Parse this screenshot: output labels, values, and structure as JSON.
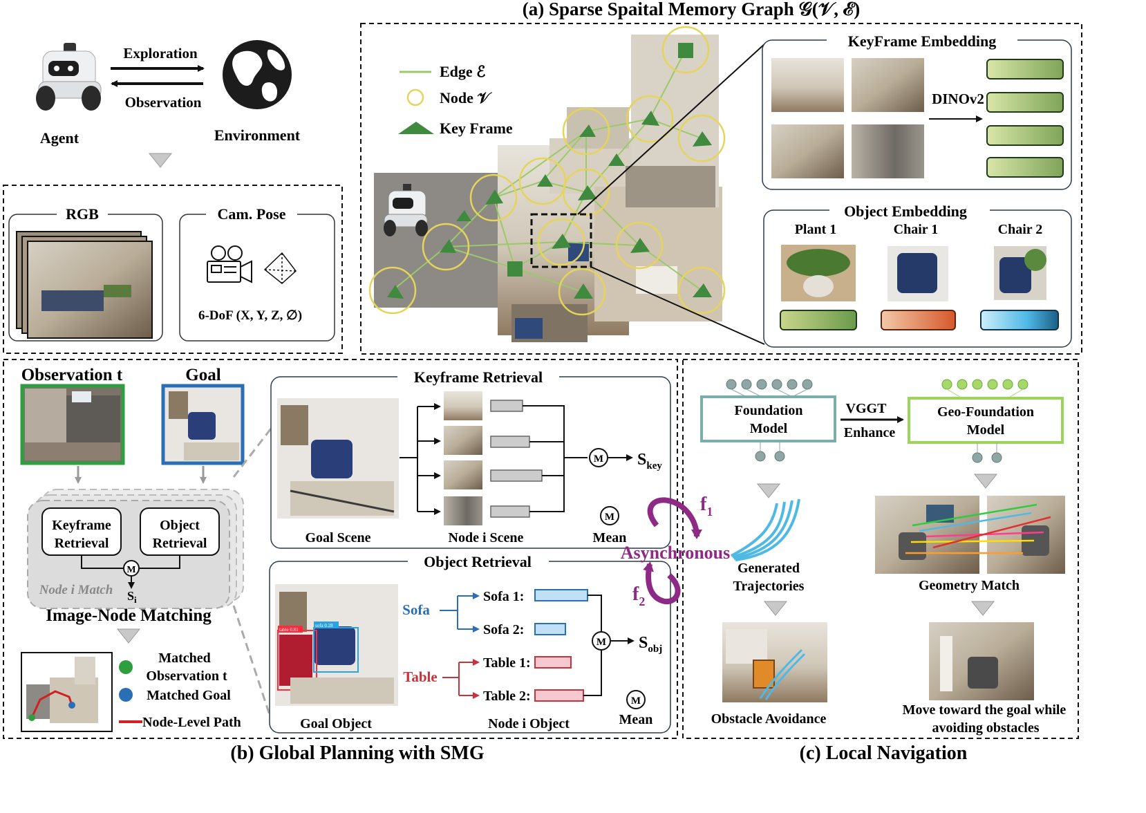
{
  "top_left": {
    "exploration_label": "Exploration",
    "observation_label": "Observation",
    "agent_label": "Agent",
    "environment_label": "Environment",
    "rgb_title": "RGB",
    "cam_pose_title": "Cam. Pose",
    "dof_label": "6-DoF (X, Y, Z, ∅)"
  },
  "panel_a": {
    "title": "(a) Sparse Spaital Memory Graph  𝒢(𝒱, ℰ)",
    "legend": {
      "edge": "Edge ℰ",
      "node": "Node 𝒱",
      "keyframe": "Key Frame"
    },
    "keyframe_embedding_title": "KeyFrame Embedding",
    "dinov2_label": "DINOv2",
    "object_embedding_title": "Object Embedding",
    "objects": [
      "Plant 1",
      "Chair 1",
      "Chair 2"
    ]
  },
  "panel_b": {
    "caption": "(b) Global Planning with SMG",
    "observation_title": "Observation t",
    "goal_title": "Goal",
    "keyframe_retrieval_box": "Keyframe Retrieval",
    "object_retrieval_box": "Object Retrieval",
    "m_symbol": "M",
    "node_match_label": "Node i Match",
    "si_label": "Si",
    "matching_title": "Image-Node Matching",
    "legend_matched_obs": "Matched Observation t",
    "legend_matched_goal": "Matched Goal",
    "legend_path": "Node-Level Path",
    "keyframe_retrieval_title": "Keyframe Retrieval",
    "goal_scene_label": "Goal Scene",
    "node_scene_label": "Node i Scene",
    "s_key_label": "Skey",
    "mean_label": "Mean",
    "object_retrieval_title": "Object Retrieval",
    "sofa_label": "Sofa",
    "table_label": "Table",
    "sofa_items": [
      "Sofa 1:",
      "Sofa 2:"
    ],
    "table_items": [
      "Table 1:",
      "Table 2:"
    ],
    "goal_object_label": "Goal Object",
    "node_object_label": "Node i Object",
    "s_obj_label": "Sobj",
    "detections": [
      "table 0.81",
      "sofa 0.28"
    ]
  },
  "middle": {
    "asynchronous_label": "Asynchronous",
    "f1_label": "f1",
    "f2_label": "f2"
  },
  "panel_c": {
    "caption": "(c) Local Navigation",
    "foundation_model": "Foundation Model",
    "vggt_label": "VGGT",
    "enhance_label": "Enhance",
    "geo_foundation_model": "Geo-Foundation Model",
    "generated_trajectories": "Generated Trajectories",
    "geometry_match": "Geometry Match",
    "obstacle_avoidance": "Obstacle Avoidance",
    "move_toward": "Move toward the goal while avoiding obstacles"
  },
  "colors": {
    "edge_green": "#9bc96a",
    "node_yellow": "#e6d45a",
    "keyframe_green": "#3f8a3f",
    "observation_border": "#2e9e3e",
    "goal_border": "#2a6fb6",
    "sofa_blue": "#2a6fb6",
    "table_red": "#c8323a",
    "async_purple": "#8e2a86",
    "foundation_border": "#7aaea8",
    "geo_foundation_border": "#9bd45a",
    "trajectory_blue": "#4fb9e6"
  }
}
